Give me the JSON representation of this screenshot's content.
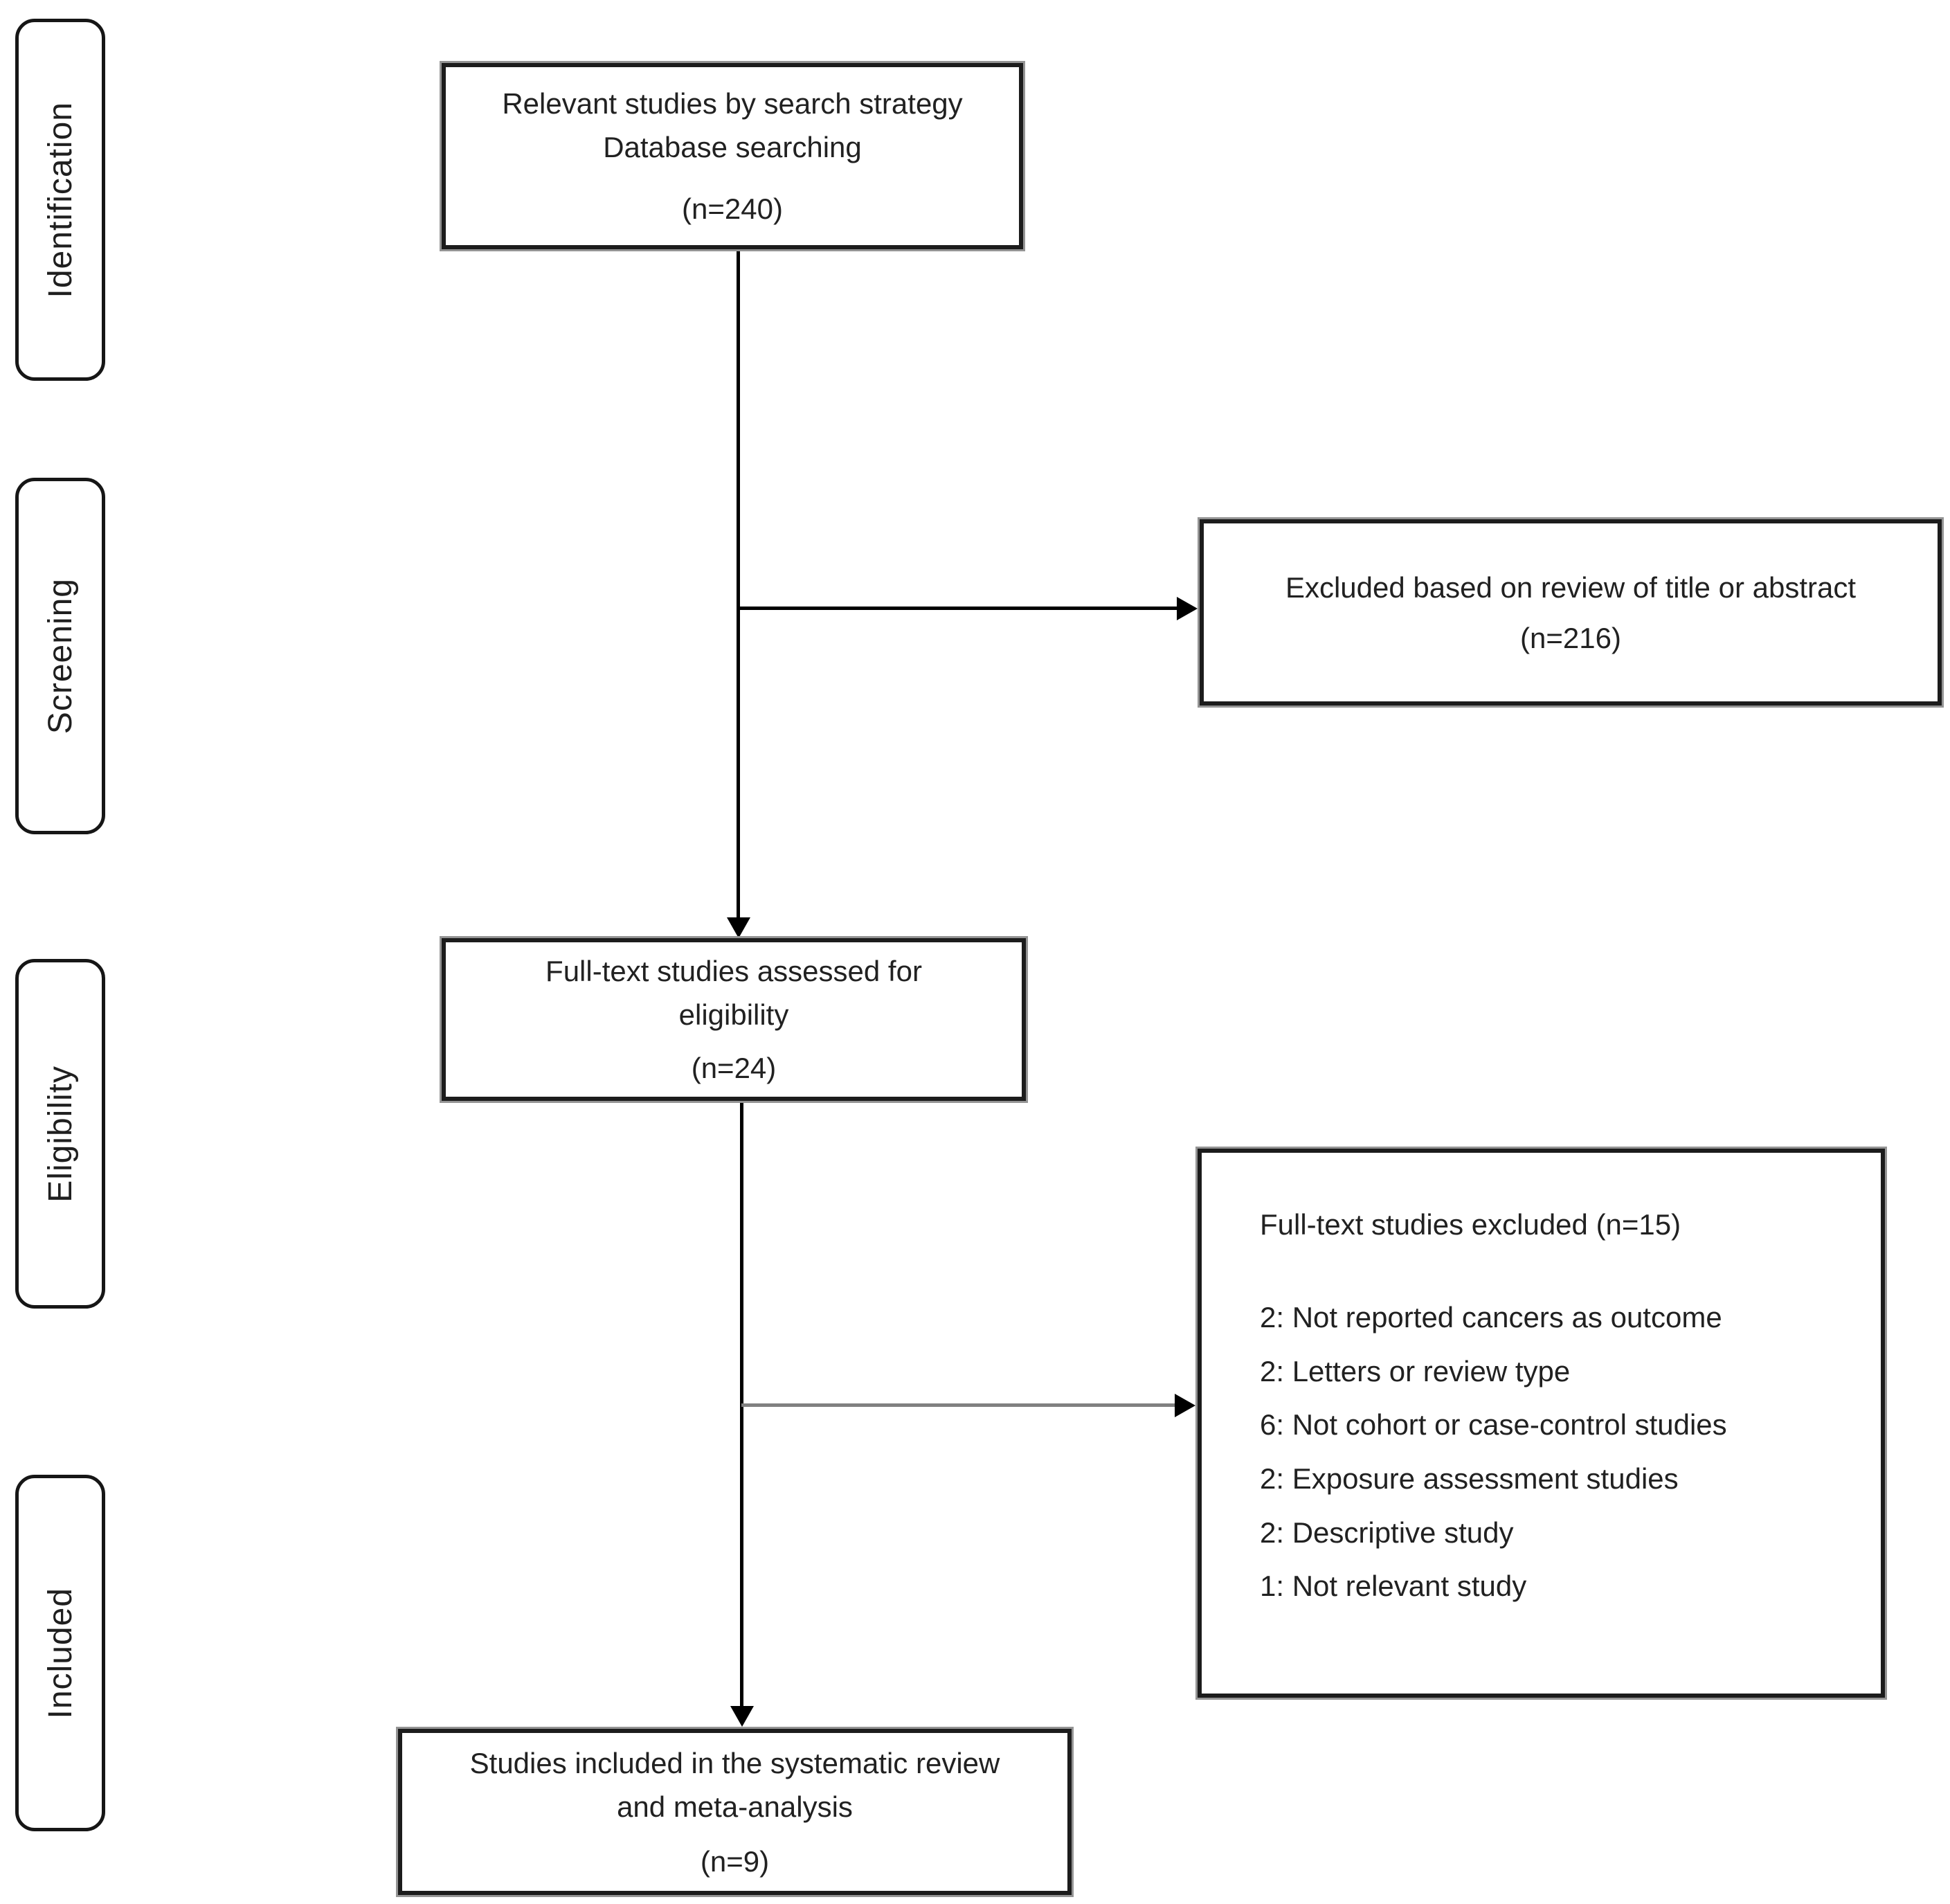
{
  "diagram": {
    "stages": [
      {
        "label": "Identification"
      },
      {
        "label": "Screening"
      },
      {
        "label": "Eligibility"
      },
      {
        "label": "Included"
      }
    ],
    "boxes": {
      "search": {
        "line1": "Relevant studies by search strategy",
        "line2": "Database searching",
        "count": "(n=240)"
      },
      "excluded_title_abstract": {
        "line1": "Excluded based on review of title or abstract",
        "count": "(n=216)"
      },
      "fulltext_assessed": {
        "line1": "Full-text studies assessed for",
        "line2": "eligibility",
        "count": "(n=24)"
      },
      "fulltext_excluded": {
        "title": "Full-text studies excluded (n=15)",
        "reasons": [
          "2: Not reported cancers as outcome",
          "2: Letters or review type",
          "6: Not cohort or case-control studies",
          "2: Exposure assessment studies",
          "2: Descriptive study",
          "1: Not relevant study"
        ]
      },
      "included": {
        "line1": "Studies included in the systematic review",
        "line2": "and meta-analysis",
        "count": "(n=9)"
      }
    },
    "colors": {
      "line": "#000000",
      "secondary_line": "#808080",
      "border": "#1c1c1c",
      "text": "#212121",
      "background": "#ffffff"
    }
  }
}
